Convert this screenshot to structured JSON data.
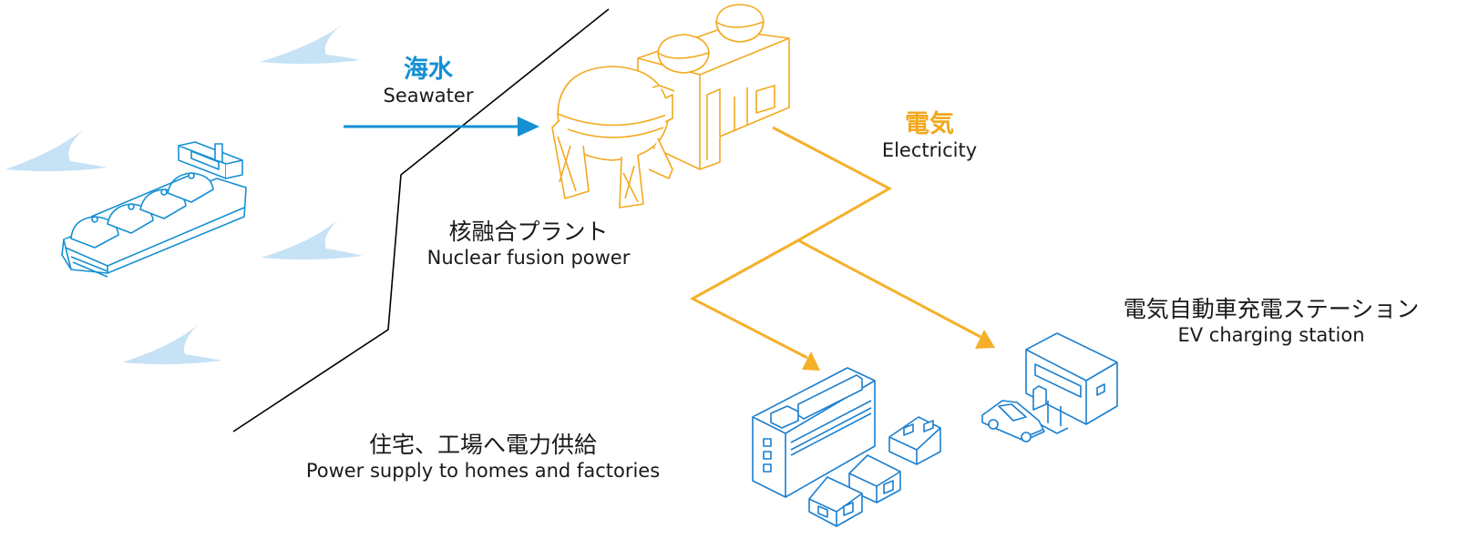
{
  "seawater": {
    "ja": "海水",
    "en": "Seawater"
  },
  "electricity": {
    "ja": "電気",
    "en": "Electricity"
  },
  "plant": {
    "ja": "核融合プラント",
    "en": "Nuclear fusion power"
  },
  "ev_station": {
    "ja": "電気自動車充電ステーション",
    "en": "EV charging station"
  },
  "supply": {
    "ja": "住宅、工場へ電力供給",
    "en": "Power supply to homes and factories"
  },
  "colors": {
    "seawater_blue": "#1590d3",
    "electricity_orange": "#f5b02a",
    "wave_light_blue": "#c6e2f5",
    "coastline": "#000000"
  },
  "icons": [
    "ship-icon",
    "fusion-plant-icon",
    "factory-icon",
    "house-icon",
    "ev-station-icon",
    "car-icon",
    "wave-icon"
  ]
}
